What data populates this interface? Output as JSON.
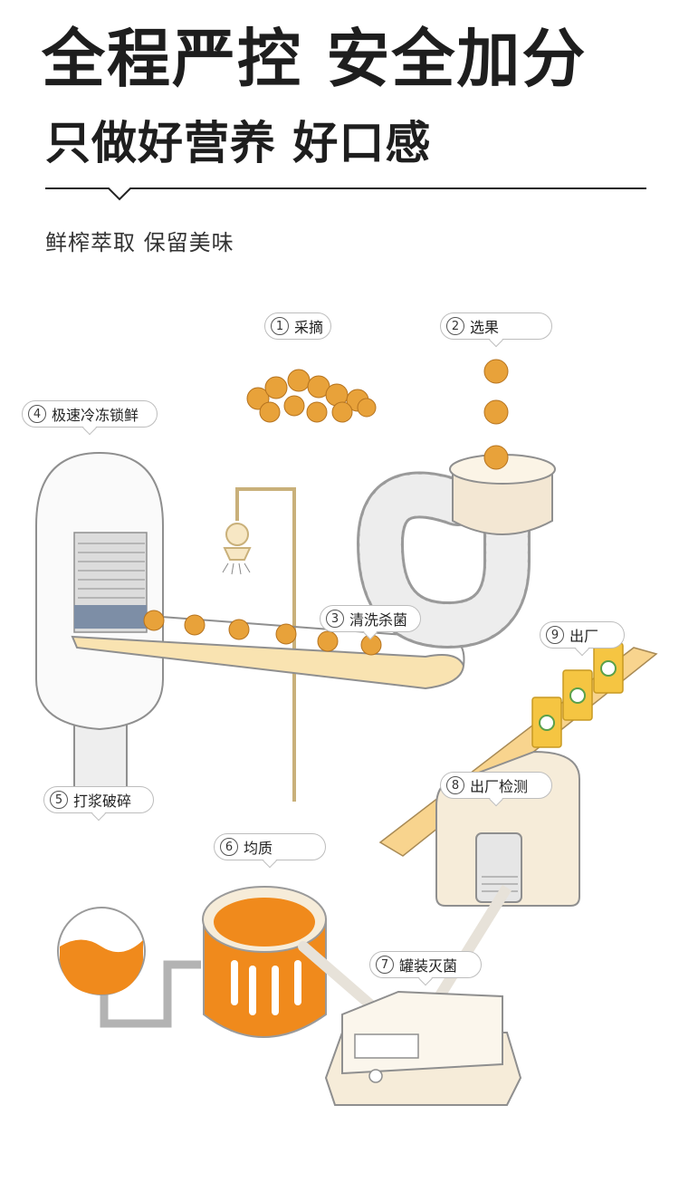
{
  "header": {
    "title": "全程严控 安全加分",
    "subtitle": "只做好营养 好口感",
    "tagline": "鲜榨萃取 保留美味"
  },
  "steps": [
    {
      "num": "1",
      "label": "采摘"
    },
    {
      "num": "2",
      "label": "选果"
    },
    {
      "num": "3",
      "label": "清洗杀菌"
    },
    {
      "num": "4",
      "label": "极速冷冻锁鲜"
    },
    {
      "num": "5",
      "label": "打浆破碎"
    },
    {
      "num": "6",
      "label": "均质"
    },
    {
      "num": "7",
      "label": "罐装灭菌"
    },
    {
      "num": "8",
      "label": "出厂检测"
    },
    {
      "num": "9",
      "label": "出厂"
    }
  ],
  "colors": {
    "orange": "#f08a1c",
    "fruit": "#e8a23a",
    "cream": "#f6ecd9",
    "machine_outline": "#8f8f8f",
    "belt": "#f9e3b1"
  }
}
